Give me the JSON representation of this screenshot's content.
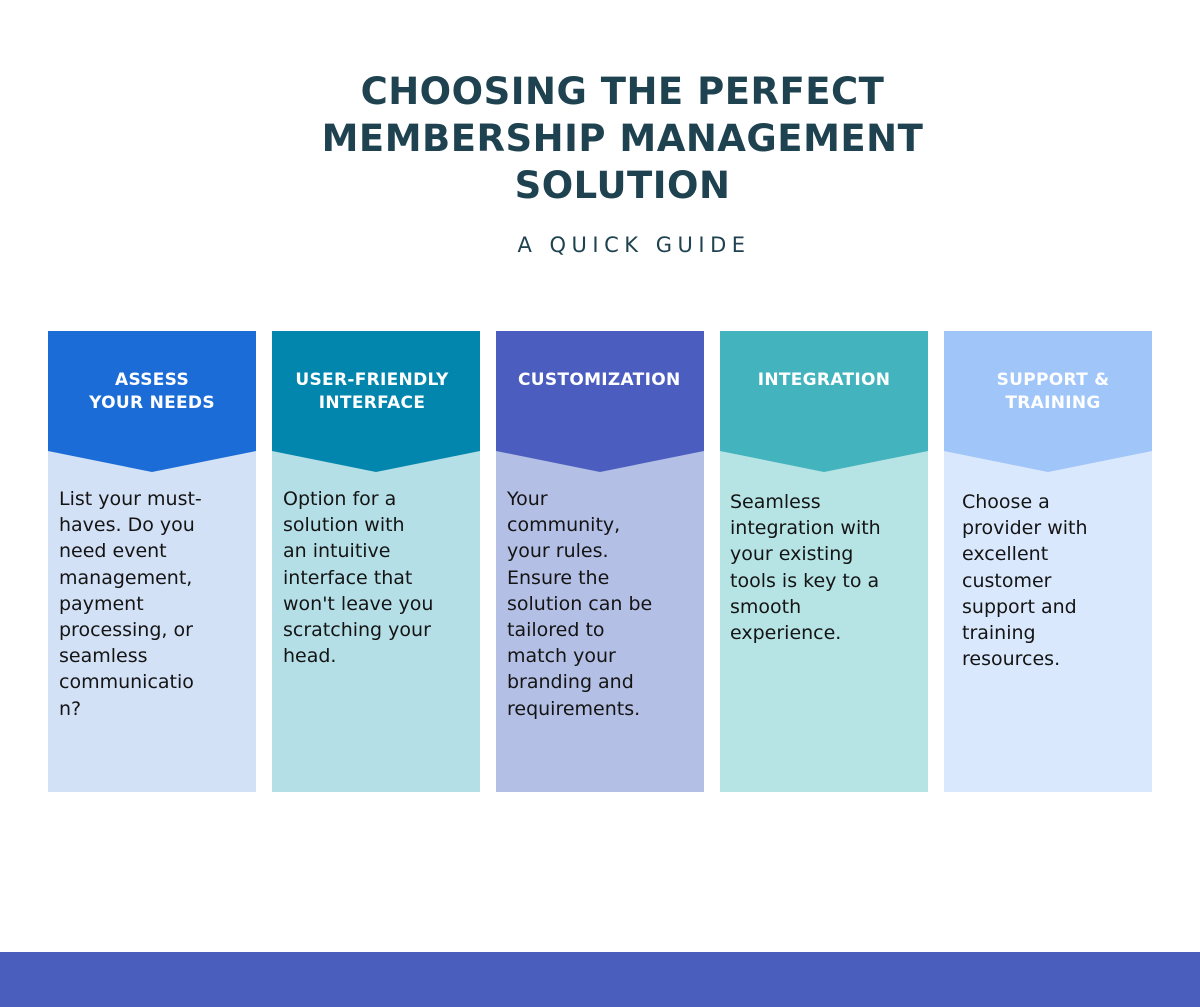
{
  "header": {
    "title_lines": [
      "CHOOSING THE PERFECT",
      "MEMBERSHIP MANAGEMENT",
      "SOLUTION"
    ],
    "subtitle": "A QUICK GUIDE"
  },
  "cards": [
    {
      "title": "ASSESS\nYOUR NEEDS",
      "text": "List your must-\nhaves. Do you\nneed event\nmanagement,\npayment\nprocessing, or\nseamless\ncommunicatio\nn?",
      "head_color": "#1b6cd6",
      "body_color": "#d2e1f6"
    },
    {
      "title": "USER-FRIENDLY\nINTERFACE",
      "text": "Option for a\nsolution with\nan intuitive\ninterface that\nwon't leave you\nscratching your\nhead.",
      "head_color": "#0386ad",
      "body_color": "#b5dfe7"
    },
    {
      "title": "CUSTOMIZATION",
      "text": "Your\ncommunity,\nyour rules.\nEnsure the\nsolution can be\ntailored to\nmatch your\nbranding and\nrequirements.",
      "head_color": "#4b5ec0",
      "body_color": "#b3bfe4"
    },
    {
      "title": "INTEGRATION",
      "text": "Seamless\nintegration with\nyour existing\ntools is key to a\nsmooth\nexperience.",
      "head_color": "#43b3be",
      "body_color": "#b6e3e4"
    },
    {
      "title": "SUPPORT &\nTRAINING",
      "text": "Choose a\nprovider with\nexcellent\ncustomer\nsupport and\ntraining\nresources.",
      "head_color": "#9fc5f9",
      "body_color": "#d9e8fc"
    }
  ],
  "footer": {
    "band_color": "#4a5fbd"
  }
}
